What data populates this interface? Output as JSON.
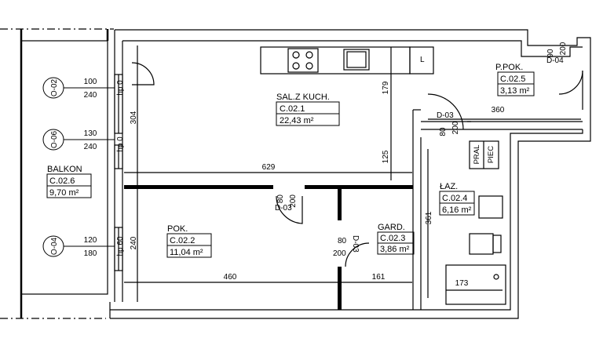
{
  "rooms": [
    {
      "name": "SAL.Z KUCH.",
      "code": "C.02.1",
      "area": "22,43 m²"
    },
    {
      "name": "POK.",
      "code": "C.02.2",
      "area": "11,04 m²"
    },
    {
      "name": "GARD.",
      "code": "C.02.3",
      "area": "3,86 m²"
    },
    {
      "name": "ŁAZ.",
      "code": "C.02.4",
      "area": "6,16 m²"
    },
    {
      "name": "P.POK.",
      "code": "C.02.5",
      "area": "3,13 m²"
    },
    {
      "name": "BALKON",
      "code": "C.02.6",
      "area": "9,70 m²"
    }
  ],
  "windows": [
    {
      "tag": "O-02",
      "width": "100",
      "height": "240",
      "sill": "hp 0"
    },
    {
      "tag": "O-06",
      "width": "130",
      "height": "240",
      "sill": "hp 0"
    },
    {
      "tag": "O-04",
      "width": "120",
      "height": "180",
      "sill": "hp 60"
    }
  ],
  "doors": [
    {
      "tag": "D-03",
      "width": "80",
      "height": "200"
    },
    {
      "tag": "D-03",
      "width": "80",
      "height": "200"
    },
    {
      "tag": "D-03",
      "width": "80",
      "height": "200"
    },
    {
      "tag": "D-04",
      "width": "90",
      "height": "200"
    }
  ],
  "dimensions": {
    "d629": "629",
    "d304": "304",
    "d179": "179",
    "d125": "125",
    "d360": "360",
    "d240": "240",
    "d460": "460",
    "d161": "161",
    "d361": "361",
    "d173": "173"
  },
  "fixtures": {
    "fridge": "L",
    "washer": "PRAL",
    "boiler": "PIEC"
  }
}
